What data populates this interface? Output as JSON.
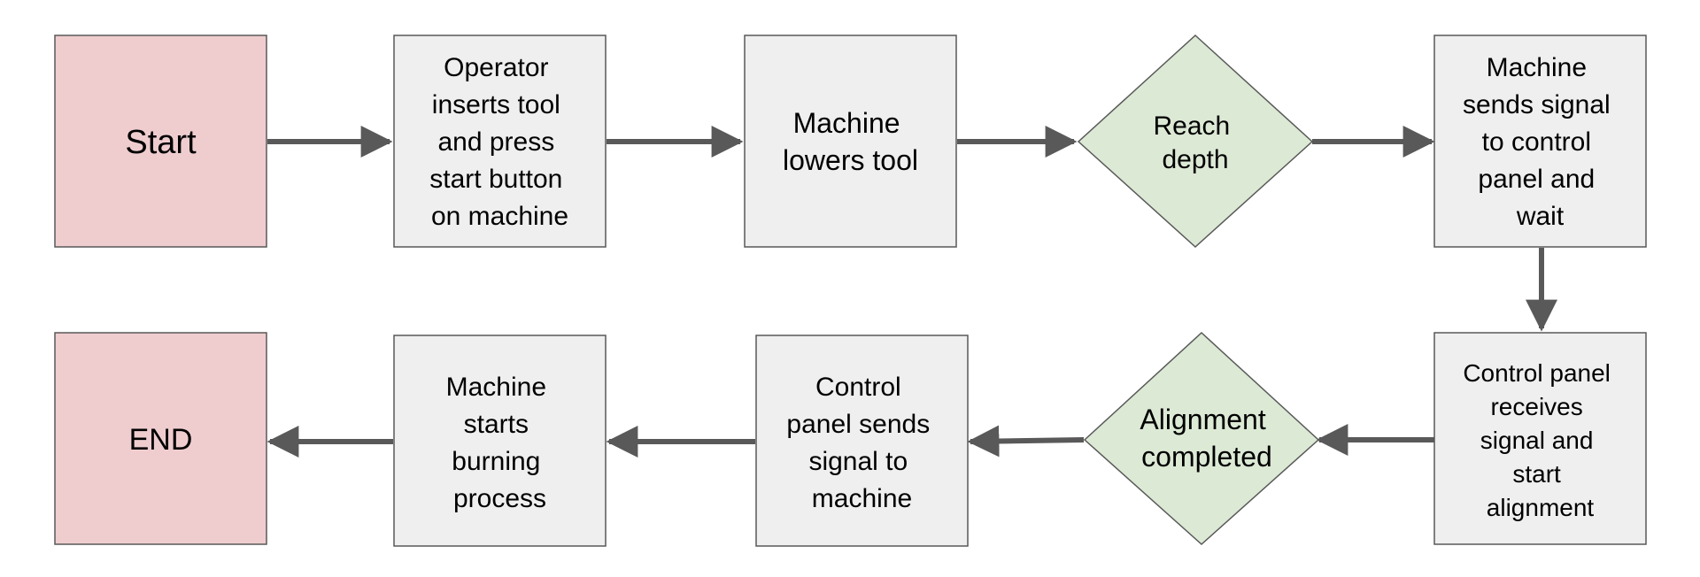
{
  "colors": {
    "terminal_fill": "#efcdcf",
    "process_fill": "#efefef",
    "decision_fill": "#dce9d5",
    "stroke": "#595959",
    "arrow": "#595959"
  },
  "nodes": {
    "start": {
      "label": "Start",
      "shape": "rectangle"
    },
    "operator_inserts": {
      "label": "Operator inserts tool and press start button on machine",
      "shape": "rectangle"
    },
    "machine_lowers": {
      "label": "Machine lowers tool",
      "shape": "rectangle"
    },
    "reach_depth": {
      "label": "Reach depth",
      "shape": "diamond"
    },
    "machine_sends": {
      "label": "Machine sends signal to control panel and wait",
      "shape": "rectangle"
    },
    "control_receives": {
      "label": "Control panel receives signal and start alignment",
      "shape": "rectangle"
    },
    "alignment_completed": {
      "label": "Alignment completed",
      "shape": "diamond"
    },
    "control_sends": {
      "label": "Control panel sends signal to machine",
      "shape": "rectangle"
    },
    "machine_burning": {
      "label": "Machine starts burning process",
      "shape": "rectangle"
    },
    "end": {
      "label": "END",
      "shape": "rectangle"
    }
  },
  "edges": [
    {
      "from": "start",
      "to": "operator_inserts"
    },
    {
      "from": "operator_inserts",
      "to": "machine_lowers"
    },
    {
      "from": "machine_lowers",
      "to": "reach_depth"
    },
    {
      "from": "reach_depth",
      "to": "machine_sends"
    },
    {
      "from": "machine_sends",
      "to": "control_receives"
    },
    {
      "from": "control_receives",
      "to": "alignment_completed"
    },
    {
      "from": "alignment_completed",
      "to": "control_sends"
    },
    {
      "from": "control_sends",
      "to": "machine_burning"
    },
    {
      "from": "machine_burning",
      "to": "end"
    }
  ]
}
